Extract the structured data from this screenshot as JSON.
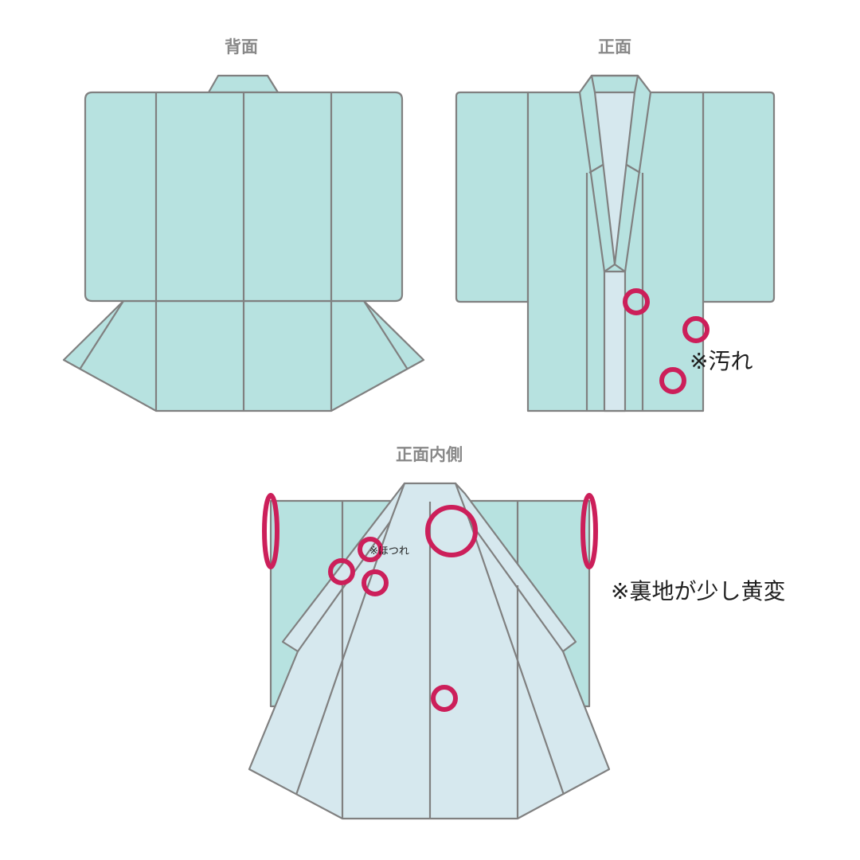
{
  "views": {
    "back": {
      "title": "背面"
    },
    "front": {
      "title": "正面"
    },
    "inside": {
      "title": "正面内側"
    }
  },
  "annotations": {
    "stain": "※汚れ",
    "fray": "※ほつれ",
    "lining": "※裏地が少し黄変"
  },
  "colors": {
    "outer_fabric": "#b7e2e0",
    "lining_fabric": "#d6e8ee",
    "outline": "#808080",
    "marker": "#cc1f5a",
    "title_text": "#888888",
    "note_text": "#1e1e1e"
  },
  "icons": {
    "defect_marker": "circle-outline"
  }
}
